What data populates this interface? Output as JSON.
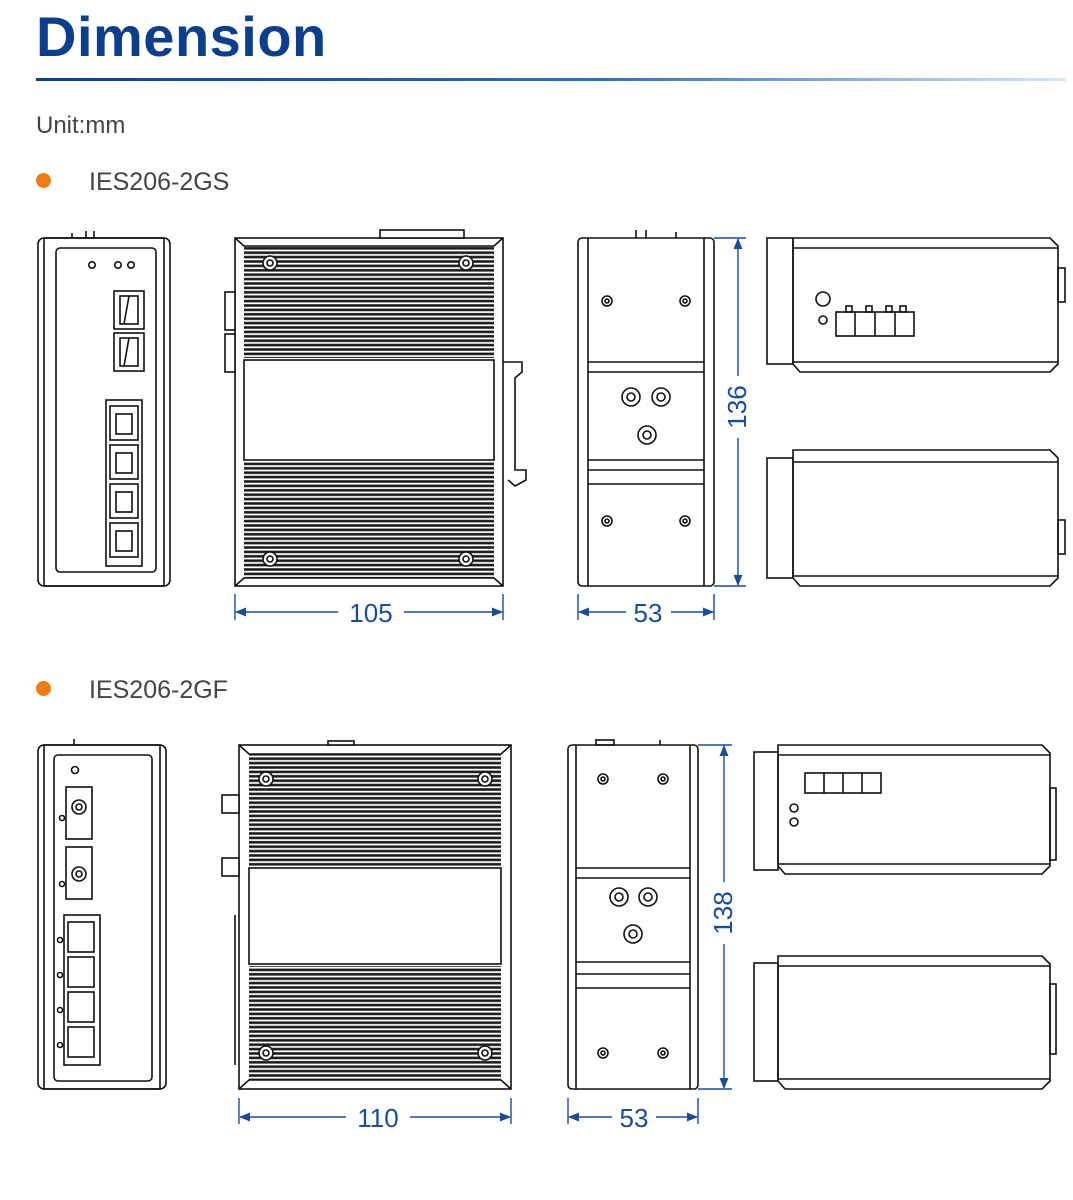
{
  "page": {
    "title": "Dimension",
    "unit": "Unit:mm"
  },
  "colors": {
    "title": "#0b3f8e",
    "bullet": "#f07a14",
    "dimension": "#1a4d99",
    "outline": "#111111"
  },
  "models": [
    {
      "name": "IES206-2GS",
      "width": "105",
      "depth": "53",
      "height": "136"
    },
    {
      "name": "IES206-2GF",
      "width": "110",
      "depth": "53",
      "height": "138"
    }
  ]
}
